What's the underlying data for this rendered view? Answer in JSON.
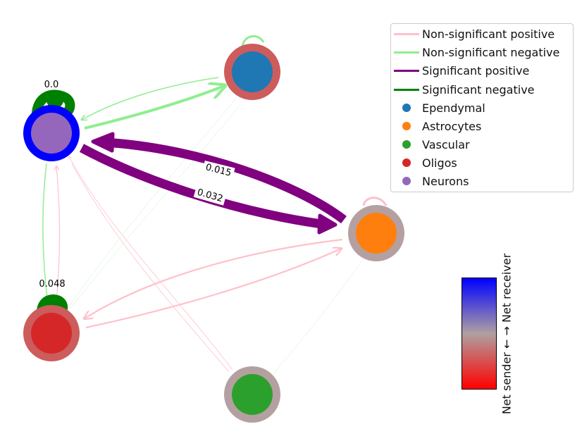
{
  "legend": {
    "edge_types": [
      {
        "label": "Non-significant positive",
        "color": "#ffc0cb"
      },
      {
        "label": "Non-significant negative",
        "color": "#90ee90"
      },
      {
        "label": "Significant positive",
        "color": "#800080"
      },
      {
        "label": "Significant negative",
        "color": "#008000"
      }
    ],
    "cell_types": [
      {
        "label": "Ependymal",
        "color": "#1f77b4"
      },
      {
        "label": "Astrocytes",
        "color": "#ff7f0e"
      },
      {
        "label": "Vascular",
        "color": "#2ca02c"
      },
      {
        "label": "Oligos",
        "color": "#d62728"
      },
      {
        "label": "Neurons",
        "color": "#9467bd"
      }
    ]
  },
  "edge_labels": {
    "neurons_self": "0.0",
    "astro_to_neurons": "0.015",
    "neurons_to_astro": "0.032",
    "oligos_self": "0.048"
  },
  "colorbar": {
    "label": "Net sender ← → Net receiver",
    "colors": [
      "#ff0000",
      "#b0a0a0",
      "#0000ff"
    ]
  },
  "node_ring_colors": {
    "ependymal": "#cd5c5c",
    "neurons": "#0000ff",
    "astrocytes": "#b4a0a0",
    "oligos": "#cd5c5c",
    "vascular": "#b4a0a0"
  }
}
